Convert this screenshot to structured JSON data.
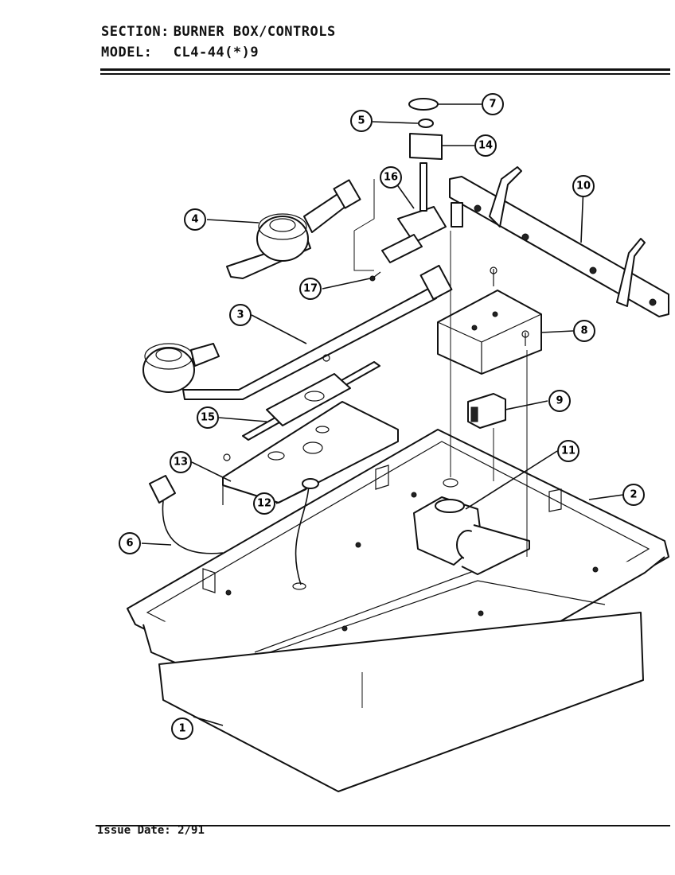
{
  "header": {
    "section_label": "SECTION:",
    "section_value": "BURNER BOX/CONTROLS",
    "model_label": "MODEL:",
    "model_value": "CL4-44(*)9"
  },
  "footer": {
    "issue_label": "Issue Date:",
    "issue_value": "2/91"
  },
  "callouts": [
    "1",
    "2",
    "3",
    "4",
    "5",
    "6",
    "7",
    "8",
    "9",
    "10",
    "11",
    "12",
    "13",
    "14",
    "15",
    "16",
    "17"
  ]
}
